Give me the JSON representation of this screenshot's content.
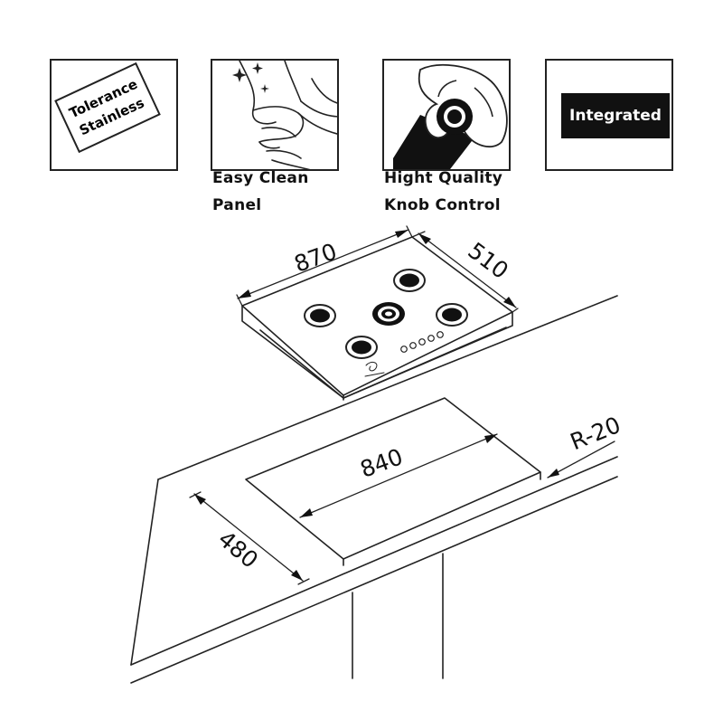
{
  "features": [
    {
      "id": "tolerance",
      "line1": "Tolerance",
      "line2": "Stainless"
    },
    {
      "id": "easy-clean",
      "caption_line1": "Easy Clean",
      "caption_line2": "Panel"
    },
    {
      "id": "knob",
      "caption_line1": "Hight Quality",
      "caption_line2": "Knob Control"
    },
    {
      "id": "integrated",
      "label": "Integrated"
    }
  ],
  "dimensions": {
    "hob_width": "870",
    "hob_depth": "510",
    "cutout_width": "840",
    "cutout_depth": "480",
    "corner_radius": "R-20"
  },
  "colors": {
    "line": "#222222",
    "fill": "#ffffff",
    "badge": "#111111"
  },
  "icons": [
    "hands-washing-icon",
    "sparkle-icon",
    "hand-knob-icon",
    "burner-icon",
    "control-knob-icon",
    "brand-logo-icon"
  ]
}
